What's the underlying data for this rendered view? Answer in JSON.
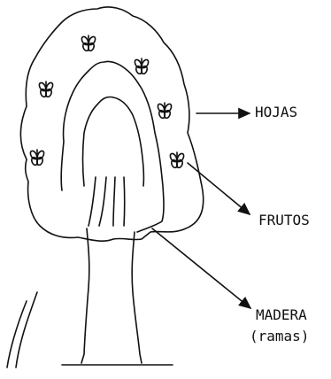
{
  "labels": {
    "hojas": "HOJAS",
    "frutos": "FRUTOS",
    "madera": "MADERA",
    "ramas": "(ramas)"
  },
  "colors": {
    "ink": "#111111",
    "background": "#ffffff"
  }
}
